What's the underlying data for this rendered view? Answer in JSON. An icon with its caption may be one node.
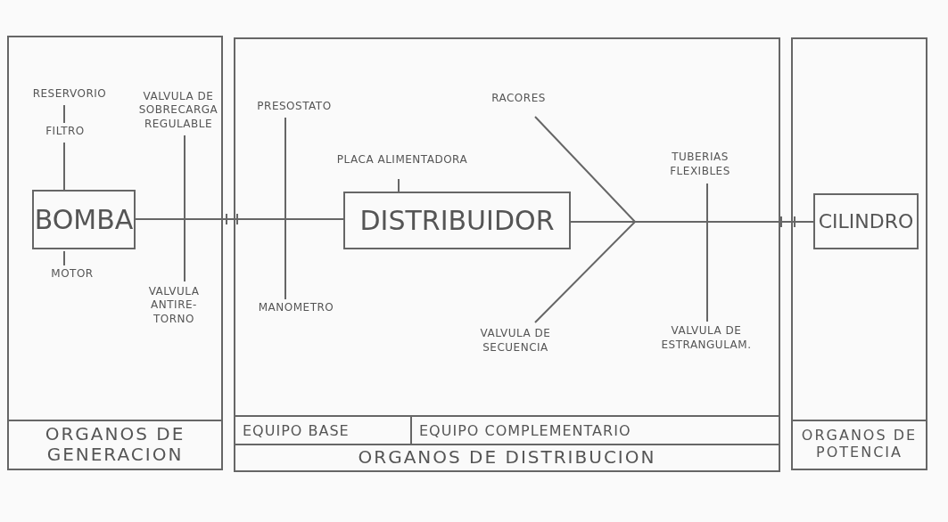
{
  "diagram": {
    "nodes": [
      {
        "text": [
          "ORGANOS DE GENERACION"
        ]
      },
      {
        "text": [
          "RESERVORIO"
        ],
        "in": 0
      },
      {
        "text": [
          "FILTRO"
        ],
        "in": 0
      },
      {
        "text": [
          "BOMBA"
        ],
        "in": 0
      },
      {
        "text": [
          "MOTOR"
        ],
        "in": 0
      },
      {
        "text": [
          "VALVULA DE SOBRECARGA REGULABLE"
        ],
        "in": 0
      },
      {
        "text": [
          "VALVULA ANTIRE- TORNO"
        ],
        "in": 0
      },
      {
        "text": [
          "ORGANOS DE DISTRIBUCION"
        ]
      },
      {
        "text": [
          "EQUIPO BASE"
        ],
        "in": 7
      },
      {
        "text": [
          "EQUIPO COMPLEMENTARIO"
        ],
        "in": 7
      },
      {
        "text": [
          "PRESOSTATO"
        ],
        "in": 7
      },
      {
        "text": [
          "MANOMETRO"
        ],
        "in": 7
      },
      {
        "text": [
          "PLACA ALIMENTADORA"
        ],
        "in": 7
      },
      {
        "text": [
          "DISTRIBUIDOR"
        ],
        "in": 7
      },
      {
        "text": [
          "RACORES"
        ],
        "in": 7
      },
      {
        "text": [
          "VALVULA DE SECUENCIA"
        ],
        "in": 7
      },
      {
        "text": [
          "TUBERIAS FLEXIBLES"
        ],
        "in": 7
      },
      {
        "text": [
          "VALVULA DE ESTRANGULAM."
        ],
        "in": 7
      },
      {
        "text": [
          "ORGANOS DE POTENCIA"
        ]
      },
      {
        "text": [
          "CILINDRO"
        ],
        "in": 18
      }
    ],
    "edges": [
      {
        "from": 1,
        "to": 2,
        "arrow": "none"
      },
      {
        "from": 2,
        "to": 3,
        "arrow": "none"
      },
      {
        "from": 3,
        "to": 4,
        "arrow": "none"
      },
      {
        "from": 5,
        "to": 6,
        "arrow": "none"
      },
      {
        "from": 3,
        "to": 13,
        "arrow": "none"
      },
      {
        "from": 10,
        "to": 11,
        "arrow": "none"
      },
      {
        "from": 12,
        "to": 13,
        "arrow": "none"
      },
      {
        "from": 13,
        "to": 19,
        "arrow": "none"
      },
      {
        "from": 14,
        "to": 19,
        "arrow": "none"
      },
      {
        "from": 15,
        "to": 19,
        "arrow": "none"
      },
      {
        "from": 16,
        "to": 17,
        "arrow": "none"
      }
    ]
  }
}
